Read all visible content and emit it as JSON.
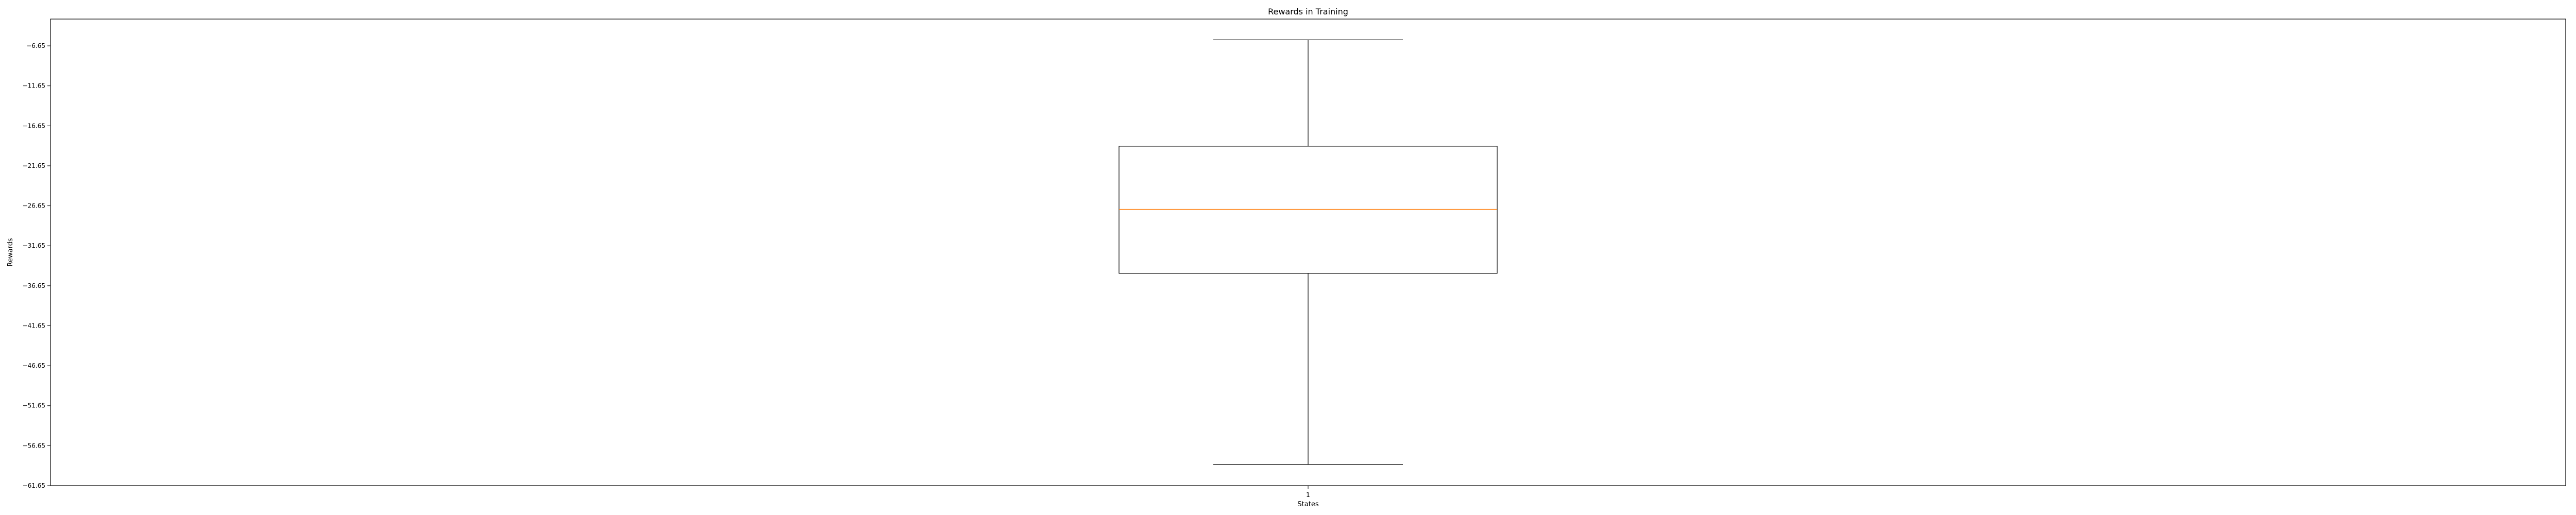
{
  "chart_data": {
    "type": "box",
    "title": "Rewards in Training",
    "xlabel": "States",
    "ylabel": "Rewards",
    "categories": [
      "1"
    ],
    "ylim": [
      -61.65,
      -3.3
    ],
    "yticks": [
      -6.65,
      -11.65,
      -16.65,
      -21.65,
      -26.65,
      -31.65,
      -36.65,
      -41.65,
      -46.65,
      -51.65,
      -56.65,
      -61.65
    ],
    "ytick_labels": [
      "−6.65",
      "−11.65",
      "−16.65",
      "−21.65",
      "−26.65",
      "−31.65",
      "−36.65",
      "−41.65",
      "−46.65",
      "−51.65",
      "−56.65",
      "−61.65"
    ],
    "series": [
      {
        "whisker_high": -5.9,
        "q3": -19.2,
        "median": -27.1,
        "q1": -35.1,
        "whisker_low": -59.0
      }
    ],
    "grid": false,
    "colors": {
      "box": "#000000",
      "median": "#ff7f0e"
    }
  }
}
